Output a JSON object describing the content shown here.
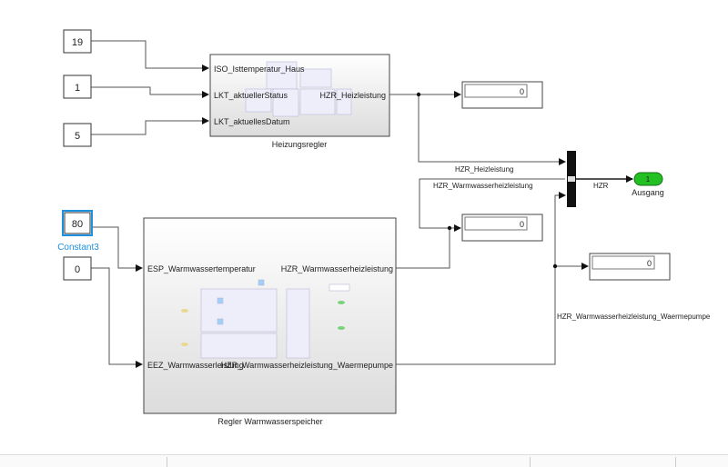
{
  "constants": [
    {
      "name": "const-19",
      "value": "19"
    },
    {
      "name": "const-1",
      "value": "1"
    },
    {
      "name": "const-5",
      "value": "5"
    },
    {
      "name": "const-80",
      "value": "80",
      "label": "Constant3",
      "selected": true
    },
    {
      "name": "const-0",
      "value": "0"
    }
  ],
  "heizungsregler": {
    "title": "Heizungsregler",
    "inputs": [
      "ISO_Isttemperatur_Haus",
      "LKT_aktuellerStatus",
      "LKT_aktuellesDatum"
    ],
    "output": "HZR_Heizleistung"
  },
  "warmwasser": {
    "title": "Regler Warmwasserspeicher",
    "inputs": [
      "ESP_Warmwassertemperatur",
      "EEZ_Warmwasserleistung"
    ],
    "outputs": [
      "HZR_Warmwasserheizleistung",
      "HZR_Warmwasserheizleistung_Waermepumpe"
    ]
  },
  "displays": [
    "0",
    "0",
    "0"
  ],
  "signals": {
    "heiz": "HZR_Heizleistung",
    "ww": "HZR_Warmwasserheizleistung",
    "wp": "HZR_Warmwasserheizleistung_Waermepumpe",
    "mux_out": "HZR"
  },
  "outport": {
    "number": "1",
    "label": "Ausgang",
    "color": "#22c022"
  },
  "colors": {
    "selection": "#1e90e0",
    "line": "#555555"
  }
}
